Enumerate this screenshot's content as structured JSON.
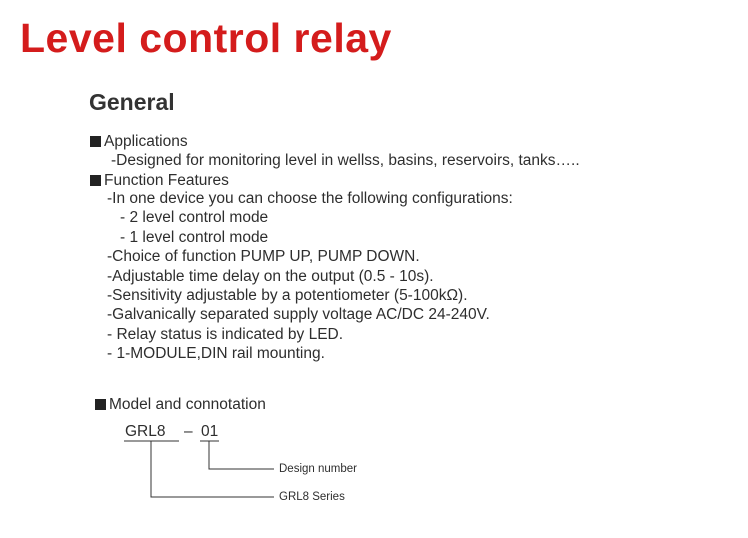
{
  "title": "Level control relay",
  "section_heading": "General",
  "applications": {
    "heading": "Applications",
    "items": [
      "-Designed  for monitoring level in wellss, basins, reservoirs, tanks….."
    ]
  },
  "function_features": {
    "heading": "Function Features",
    "items": [
      "-In one device you can choose the following configurations:",
      "- 2 level control mode",
      "- 1 level control mode",
      "-Choice of function PUMP UP, PUMP DOWN.",
      "-Adjustable time delay on the output (0.5 - 10s).",
      "-Sensitivity adjustable by a potentiometer (5-100kΩ).",
      "-Galvanically separated supply voltage AC/DC 24-240V.",
      "- Relay status is indicated by LED.",
      "- 1-MODULE,DIN rail mounting."
    ]
  },
  "model": {
    "heading": "Model and connotation",
    "series_code": "GRL8",
    "dash": "–",
    "design_code": "01",
    "design_label": "Design number",
    "series_label": "GRL8 Series"
  },
  "colors": {
    "title": "#d41c1c",
    "text": "#2e2e2e"
  }
}
